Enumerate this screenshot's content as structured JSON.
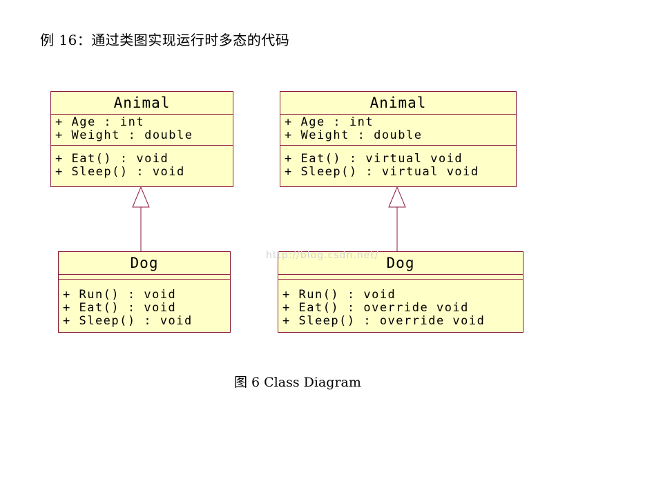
{
  "heading": "例 16：通过类图实现运行时多态的代码",
  "caption": "图 6 Class Diagram",
  "watermark": "http://blog.csdn.net/",
  "colors": {
    "box_fill": "#ffffc8",
    "box_border": "#8b1a3c",
    "text": "#000000"
  },
  "diagrams": [
    {
      "base": {
        "name": "Animal",
        "attributes": [
          "+ Age : int",
          "+ Weight : double"
        ],
        "operations": [
          "+ Eat() : void",
          "+ Sleep() : void"
        ]
      },
      "derived": {
        "name": "Dog",
        "attributes": [],
        "operations": [
          "+ Run() : void",
          "+ Eat() : void",
          "+ Sleep() : void"
        ]
      }
    },
    {
      "base": {
        "name": "Animal",
        "attributes": [
          "+ Age : int",
          "+ Weight : double"
        ],
        "operations": [
          "+ Eat() : virtual void",
          "+ Sleep() : virtual void"
        ]
      },
      "derived": {
        "name": "Dog",
        "attributes": [],
        "operations": [
          "+ Run() : void",
          "+ Eat() : override void",
          "+ Sleep() : override void"
        ]
      }
    }
  ]
}
